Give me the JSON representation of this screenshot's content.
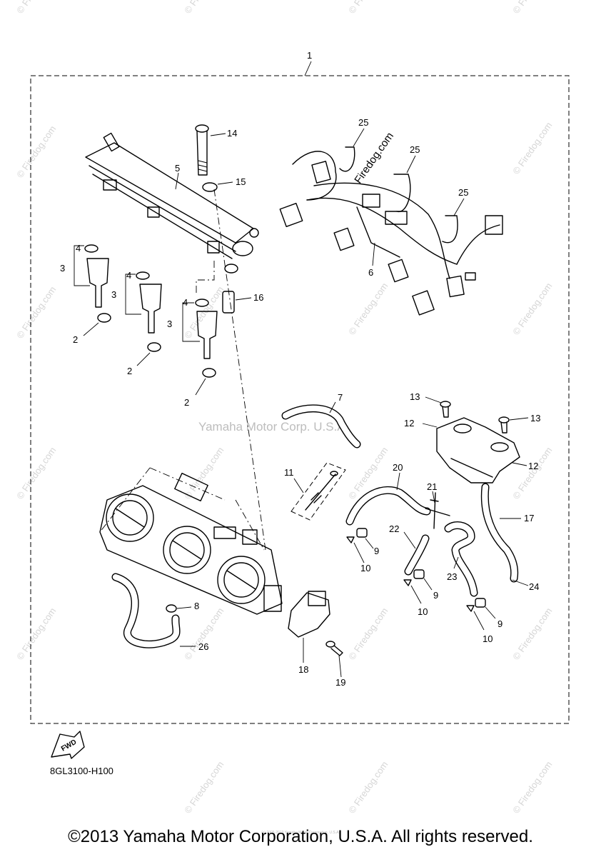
{
  "diagram": {
    "callouts": {
      "c1": "1",
      "c2a": "2",
      "c2b": "2",
      "c2c": "2",
      "c3a": "3",
      "c3b": "3",
      "c3c": "3",
      "c4a": "4",
      "c4b": "4",
      "c4c": "4",
      "c5": "5",
      "c6": "6",
      "c7": "7",
      "c8": "8",
      "c9a": "9",
      "c9b": "9",
      "c9c": "9",
      "c10a": "10",
      "c10b": "10",
      "c10c": "10",
      "c11": "11",
      "c12a": "12",
      "c12b": "12",
      "c13a": "13",
      "c13b": "13",
      "c14": "14",
      "c15": "15",
      "c16": "16",
      "c17": "17",
      "c18": "18",
      "c19": "19",
      "c20": "20",
      "c21": "21",
      "c22": "22",
      "c23": "23",
      "c24": "24",
      "c25a": "25",
      "c25b": "25",
      "c25c": "25",
      "c26": "26"
    },
    "fwd_label": "FWD",
    "drawing_code": "8GL3100-H100",
    "watermark_center": "Yamaha Motor Corp. U.S.A.",
    "watermark_site": "© Firedog.com",
    "watermark_site_big": "Firedog.com"
  },
  "footer": {
    "copyright": "©2013 Yamaha Motor Corporation, U.S.A. All rights reserved.",
    "fine_print": "(c) 2005-2013 Yamaha Motor Corporation, U.S.A."
  },
  "colors": {
    "ink": "#000000",
    "watermark": "#d6d6d6",
    "background": "#ffffff"
  }
}
